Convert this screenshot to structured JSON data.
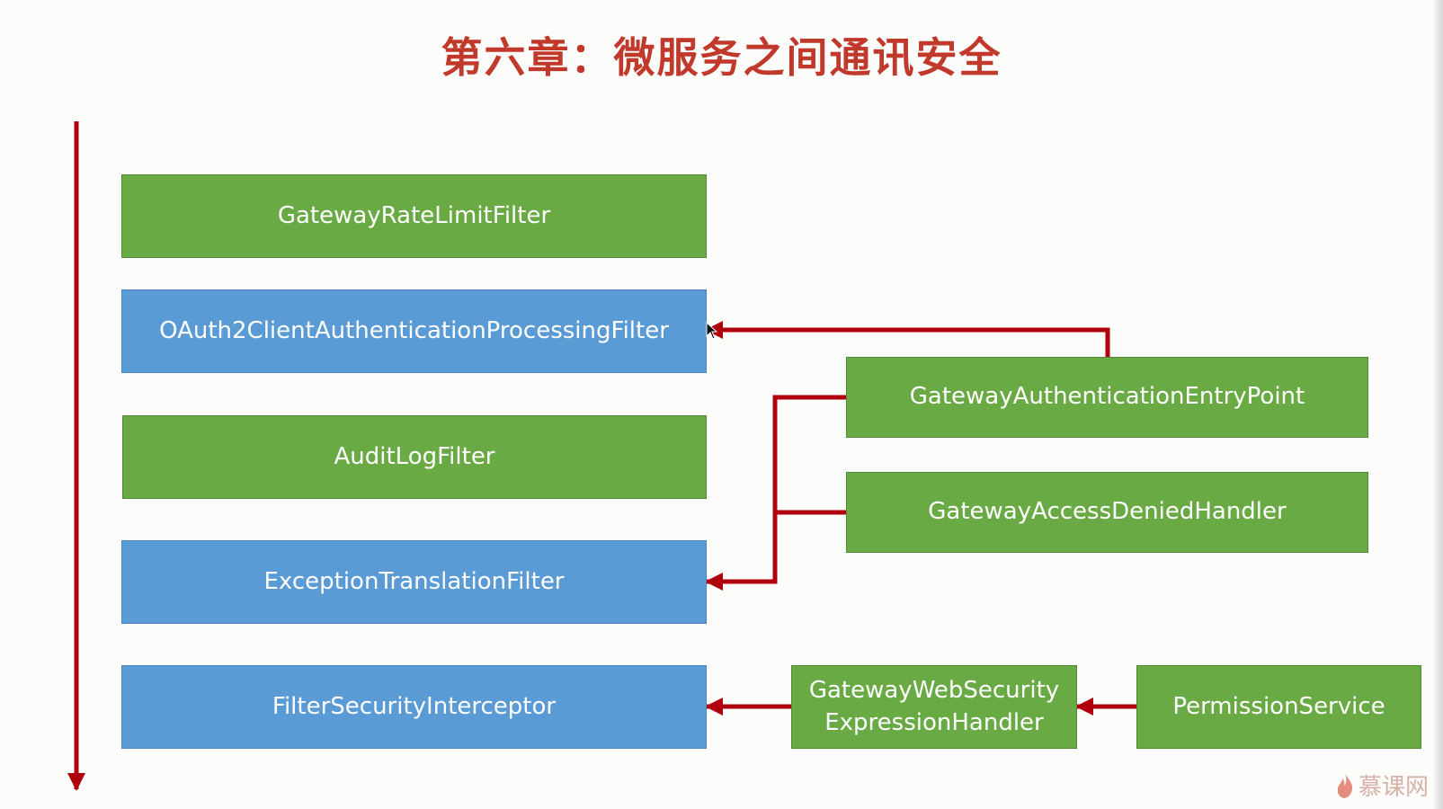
{
  "slide": {
    "title": "第六章：微服务之间通讯安全"
  },
  "colors": {
    "title": "#c0392b",
    "green_box": "#6aaa45",
    "blue_box": "#5b9bd5",
    "arrow": "#b0000b"
  },
  "diagram": {
    "filter_chain": [
      {
        "id": "gateway-rate-limit-filter",
        "label": "GatewayRateLimitFilter",
        "color": "green"
      },
      {
        "id": "oauth2-client-authentication-processing-filter",
        "label": "OAuth2ClientAuthenticationProcessingFilter",
        "color": "blue"
      },
      {
        "id": "audit-log-filter",
        "label": "AuditLogFilter",
        "color": "green"
      },
      {
        "id": "exception-translation-filter",
        "label": "ExceptionTranslationFilter",
        "color": "blue"
      },
      {
        "id": "filter-security-interceptor",
        "label": "FilterSecurityInterceptor",
        "color": "blue"
      }
    ],
    "components": [
      {
        "id": "gateway-authentication-entry-point",
        "label": "GatewayAuthenticationEntryPoint",
        "color": "green"
      },
      {
        "id": "gateway-access-denied-handler",
        "label": "GatewayAccessDeniedHandler",
        "color": "green"
      },
      {
        "id": "gateway-web-security-expression-handler",
        "label_line1": "GatewayWebSecurity",
        "label_line2": "ExpressionHandler",
        "color": "green"
      },
      {
        "id": "permission-service",
        "label": "PermissionService",
        "color": "green"
      }
    ],
    "edges": [
      {
        "from": "gateway-authentication-entry-point",
        "to": "oauth2-client-authentication-processing-filter"
      },
      {
        "from": "gateway-authentication-entry-point",
        "to": "exception-translation-filter"
      },
      {
        "from": "gateway-access-denied-handler",
        "to": "exception-translation-filter"
      },
      {
        "from": "gateway-web-security-expression-handler",
        "to": "filter-security-interceptor"
      },
      {
        "from": "permission-service",
        "to": "gateway-web-security-expression-handler"
      }
    ]
  },
  "watermark": {
    "text": "慕课网",
    "icon": "flame-icon"
  }
}
